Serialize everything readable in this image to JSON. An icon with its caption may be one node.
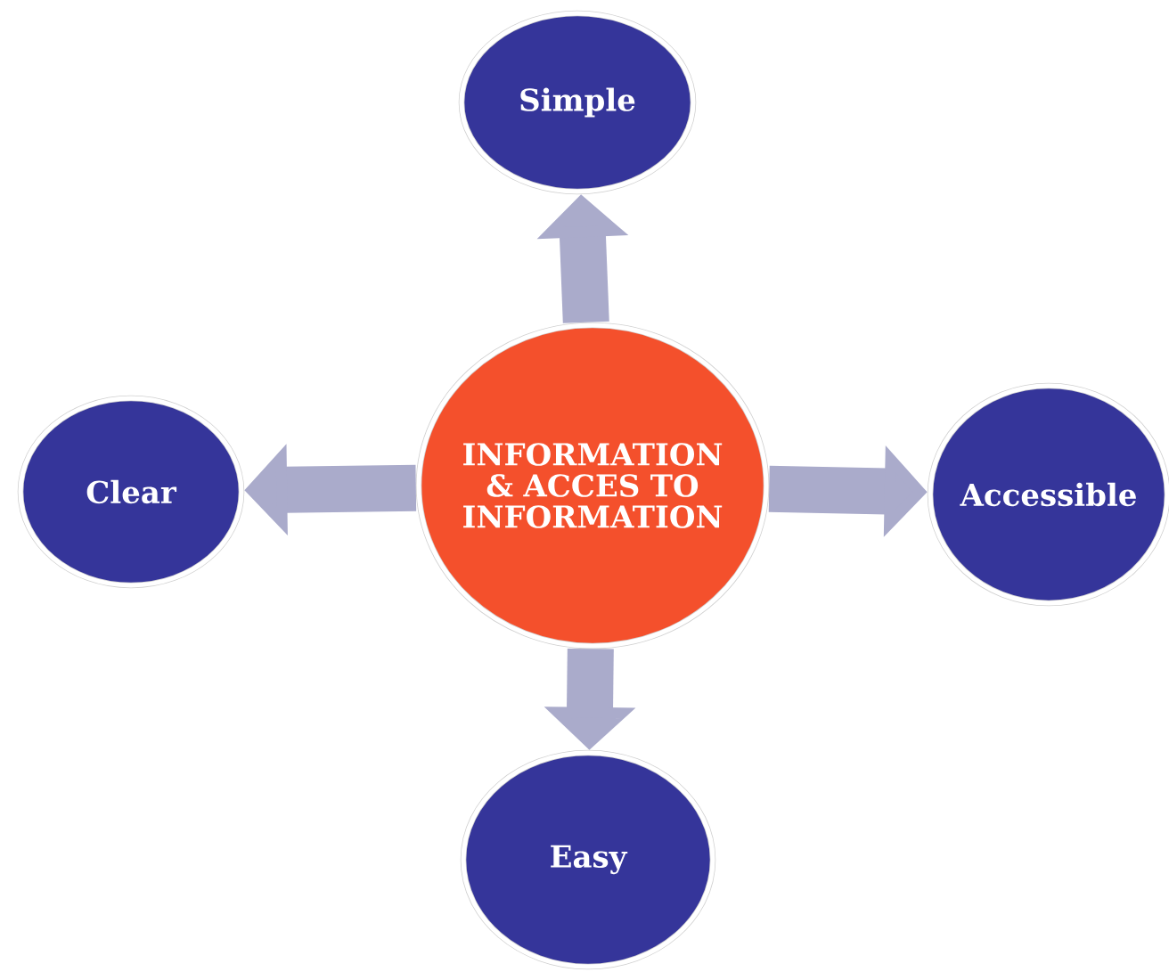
{
  "diagram": {
    "nodes": [
      {
        "text": [
          "Simple"
        ]
      },
      {
        "text": [
          "Clear"
        ]
      },
      {
        "text": [
          "INFORMATION & ACCES TO INFORMATION"
        ]
      },
      {
        "text": [
          "Accessible"
        ]
      },
      {
        "text": [
          "Easy"
        ]
      }
    ],
    "edges": [
      {
        "from": 2,
        "to": 0,
        "arrow": "to"
      },
      {
        "from": 2,
        "to": 1,
        "arrow": "to"
      },
      {
        "from": 2,
        "to": 3,
        "arrow": "to"
      },
      {
        "from": 2,
        "to": 4,
        "arrow": "to"
      }
    ]
  }
}
